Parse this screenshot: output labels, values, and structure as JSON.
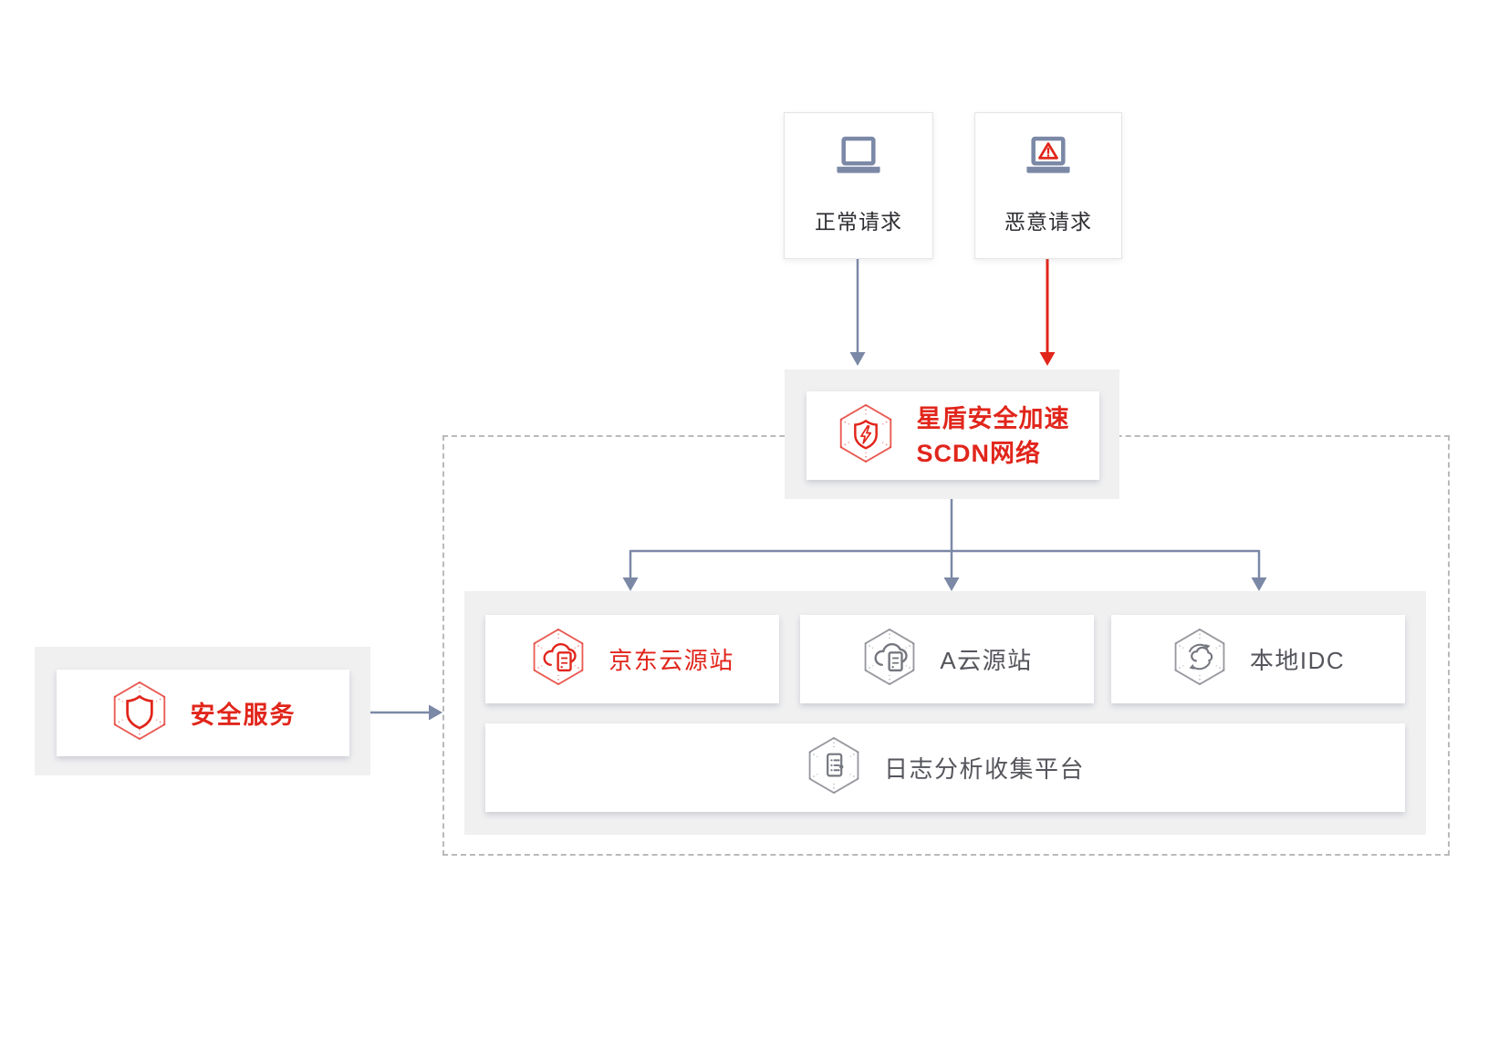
{
  "diagram": {
    "normal_request": {
      "label": "正常请求",
      "icon": "laptop-icon"
    },
    "malicious_request": {
      "label": "恶意请求",
      "icon": "laptop-warning-icon"
    },
    "scdn": {
      "title_line1": "星盾安全加速",
      "title_line2": "SCDN网络",
      "icon": "hexagon-shield-bolt-icon"
    },
    "security_service": {
      "label": "安全服务",
      "icon": "hexagon-shield-icon"
    },
    "origins": {
      "jd_cloud": {
        "label": "京东云源站",
        "icon": "hexagon-cloud-server-icon"
      },
      "a_cloud": {
        "label": "A云源站",
        "icon": "hexagon-cloud-server-icon"
      },
      "local_idc": {
        "label": "本地IDC",
        "icon": "hexagon-cloud-sync-icon"
      }
    },
    "log_platform": {
      "label": "日志分析收集平台",
      "icon": "hexagon-log-icon"
    }
  },
  "colors": {
    "brand_red": "#e1251b",
    "arrow_slate": "#7b88a6",
    "panel_gray": "#f0f0f1",
    "dashed_border": "#b9babc",
    "text_dark": "#2c2d31",
    "text_gray": "#55565c"
  }
}
